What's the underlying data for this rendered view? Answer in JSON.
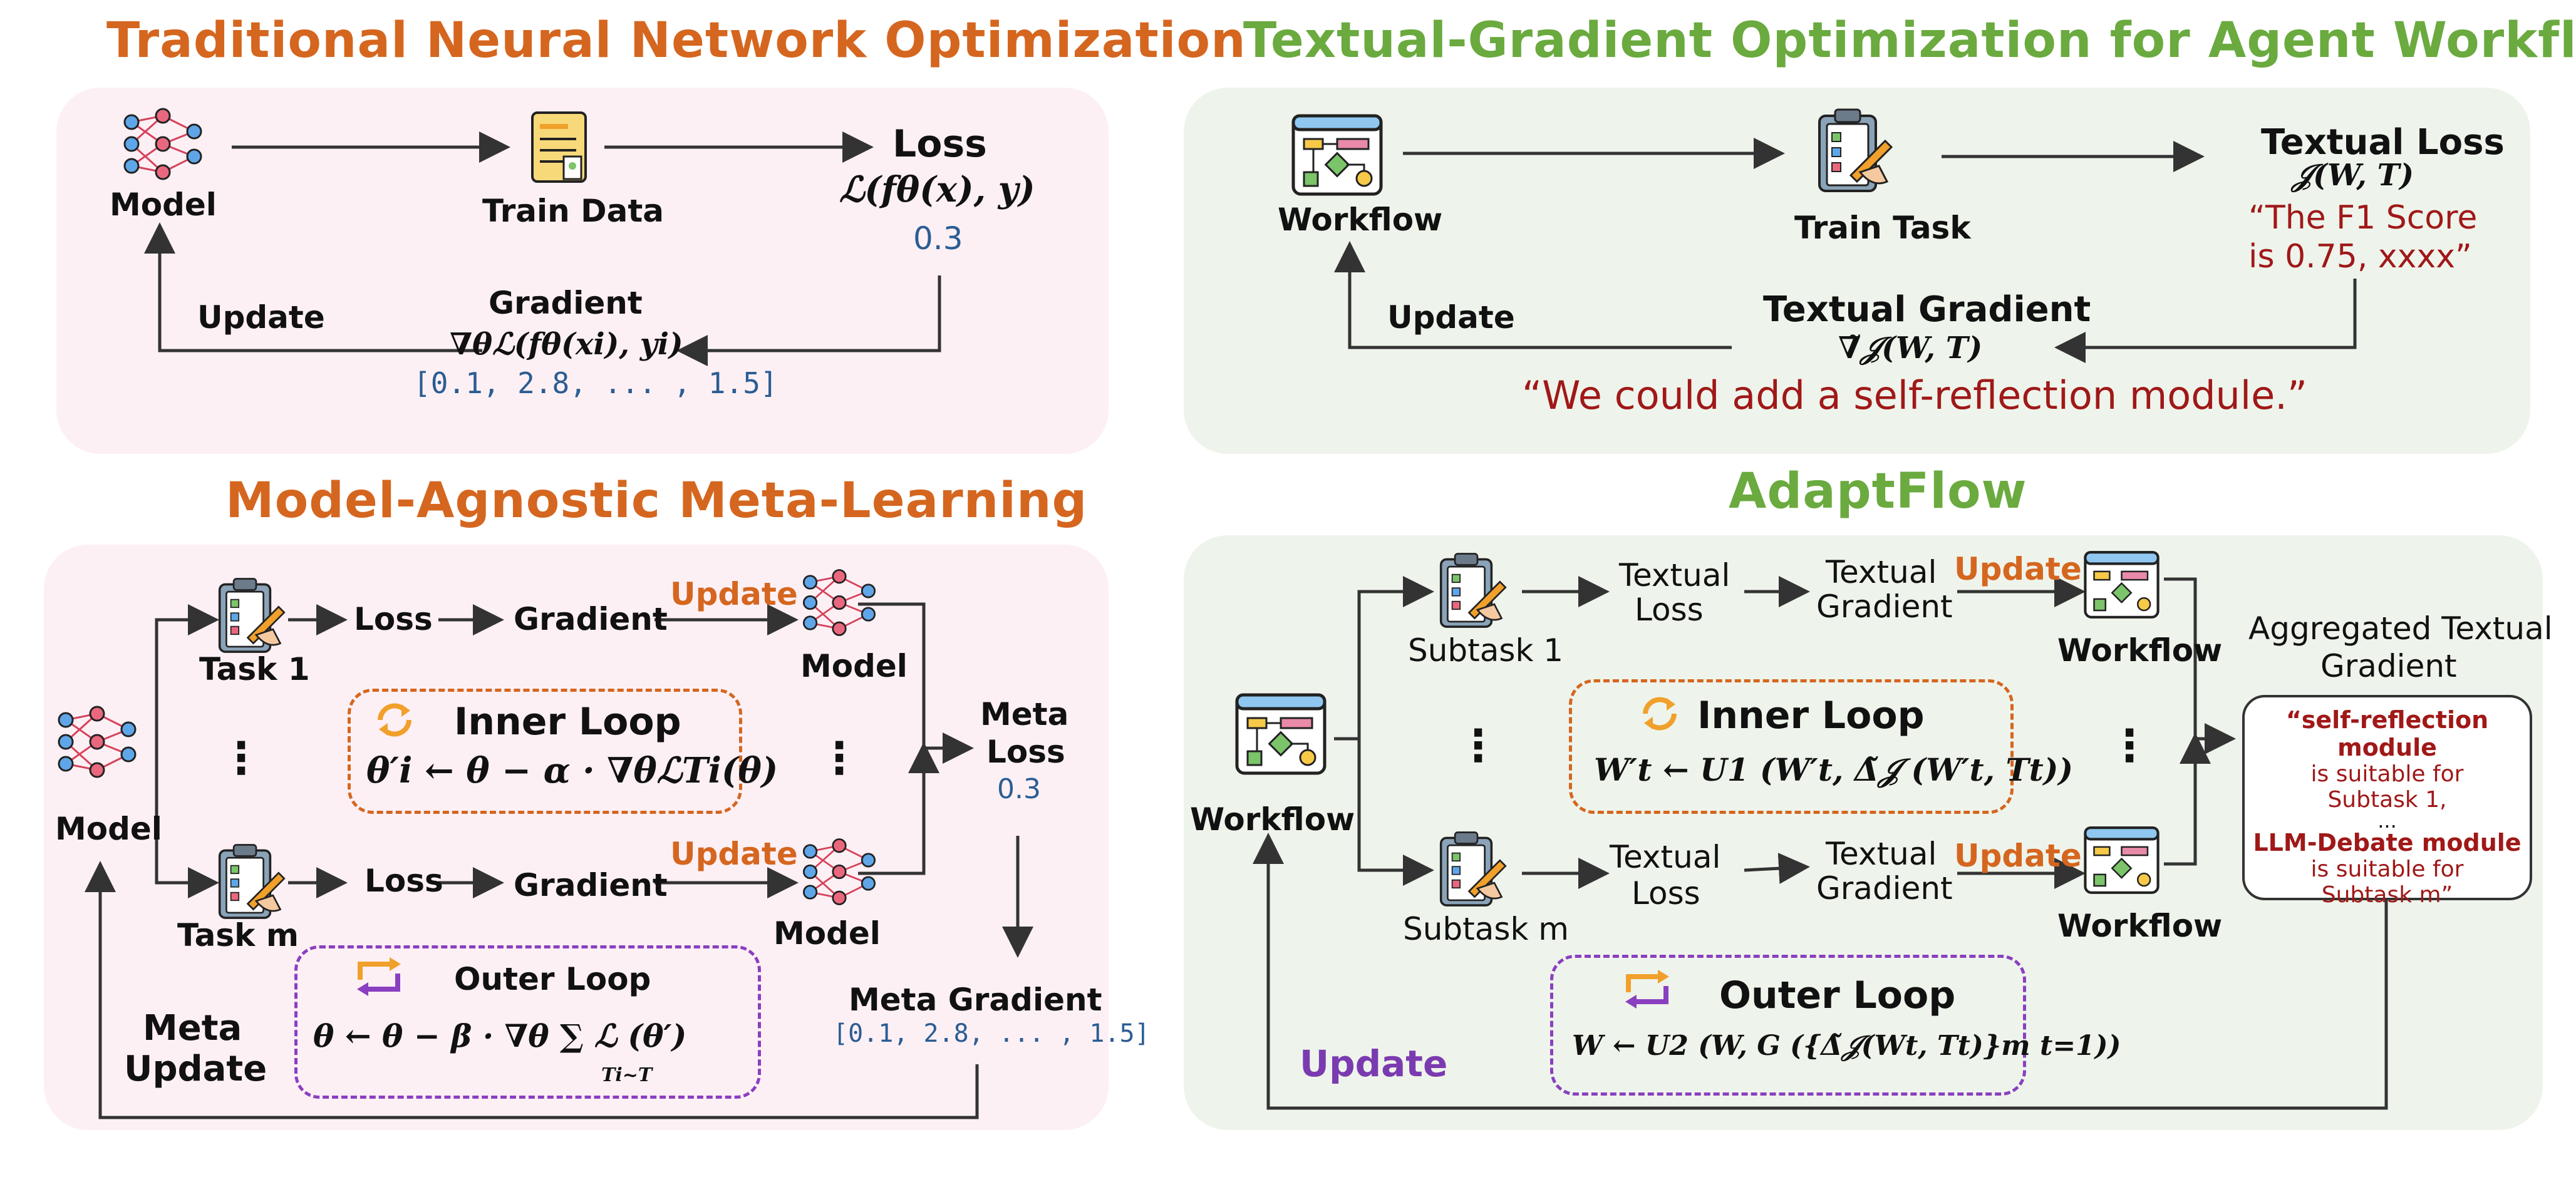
{
  "tradnn": {
    "title": "Traditional Neural Network Optimization",
    "model": "Model",
    "train_data": "Train Data",
    "loss": "Loss",
    "loss_formula": "ℒ(fθ(x), y)",
    "loss_value": "0.3",
    "gradient": "Gradient",
    "gradient_formula": "∇θℒ(fθ(xi), yi)",
    "gradient_values": "[0.1, 2.8, ... , 1.5]",
    "update": "Update"
  },
  "textgrad": {
    "title": "Textual-Gradient Optimization for Agent Workflows",
    "workflow": "Workflow",
    "train_task": "Train Task",
    "textual_loss": "Textual Loss",
    "loss_formula": "𝒥(W, T)",
    "loss_quote_1": "“The F1 Score",
    "loss_quote_2": "is 0.75, xxxx”",
    "textual_gradient": "Textual Gradient",
    "gradient_formula": "∇̃𝒥(W, T)",
    "gradient_quote": "“We could add a self-reflection module.”",
    "update": "Update"
  },
  "maml": {
    "title": "Model-Agnostic Meta-Learning",
    "model": "Model",
    "task1": "Task 1",
    "taskm": "Task m",
    "loss": "Loss",
    "gradient": "Gradient",
    "update": "Update",
    "dots": "⋮",
    "inner_loop": "Inner Loop",
    "inner_formula": "θ′i ← θ − α · ∇θℒTi(θ)",
    "outer_loop": "Outer Loop",
    "outer_formula": "θ ← θ − β · ∇θ ∑ ℒ (θ′)",
    "outer_sub": "Ti~T",
    "meta_loss_1": "Meta",
    "meta_loss_2": "Loss",
    "meta_loss_value": "0.3",
    "meta_gradient": "Meta Gradient",
    "meta_gradient_values": "[0.1, 2.8, ... , 1.5]",
    "meta_update_1": "Meta",
    "meta_update_2": "Update"
  },
  "adaptflow": {
    "title": "AdaptFlow",
    "workflow": "Workflow",
    "subtask1": "Subtask 1",
    "subtaskm": "Subtask m",
    "textual": "Textual",
    "loss": "Loss",
    "gradient": "Gradient",
    "update": "Update",
    "dots": "⋮",
    "inner_loop": "Inner Loop",
    "inner_formula": "W′t ← U1 (W′t, Δ̃𝒥 (W′t, Tt))",
    "outer_loop": "Outer Loop",
    "outer_formula": "W ← U2 (W, G ({Δ̃𝒥(Wt, Tt)}m t=1))",
    "agg_1": "Aggregated Textual",
    "agg_2": "Gradient",
    "fb_1": "“self-reflection module",
    "fb_2": "is suitable for",
    "fb_3": "Subtask 1,",
    "fb_4": "...",
    "fb_5": "LLM-Debate module",
    "fb_6": "is suitable for",
    "fb_7": "Subtask m”",
    "outer_update": "Update"
  },
  "colors": {
    "orange": "#d5661f",
    "green": "#6aaa3f",
    "blue": "#2b5d93",
    "red": "#a01818",
    "purple": "#7b3bb0",
    "pink_bg": "#fdf0f5",
    "green_bg": "#eef4eb"
  },
  "icons": [
    "neural-network-icon",
    "document-icon",
    "clipboard-task-icon",
    "workflow-window-icon",
    "refresh-icon",
    "loop-icon"
  ]
}
